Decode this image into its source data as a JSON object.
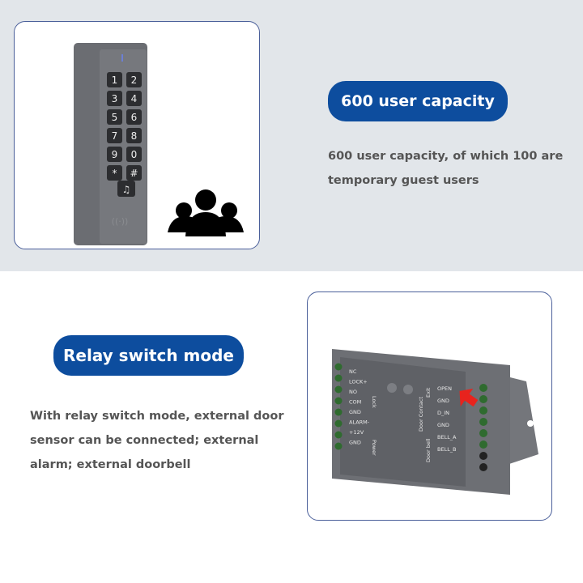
{
  "section1": {
    "badge": "600 user capacity",
    "description": "600 user capacity, of which 100 are temporary guest users",
    "keypad_keys": [
      "1",
      "2",
      "3",
      "4",
      "5",
      "6",
      "7",
      "8",
      "9",
      "0",
      "*",
      "#"
    ],
    "icons": [
      "keypad-device-image",
      "users-group-icon"
    ]
  },
  "section2": {
    "badge": "Relay switch mode",
    "description": "With relay switch mode, external door sensor can be connected; external alarm; external doorbell",
    "left_terminals": [
      "NC",
      "LOCK+",
      "NO",
      "COM",
      "GND",
      "ALARM-",
      "+12V",
      "GND"
    ],
    "left_group_labels": [
      "Lock",
      "Power"
    ],
    "right_terminals": [
      "OPEN",
      "GND",
      "D_IN",
      "GND",
      "BELL_A",
      "BELL_B"
    ],
    "right_group_labels": [
      "Exit",
      "Door Contact",
      "Door bell"
    ],
    "accent_color": "#0d4d9e",
    "arrow_color": "#e8231d"
  }
}
